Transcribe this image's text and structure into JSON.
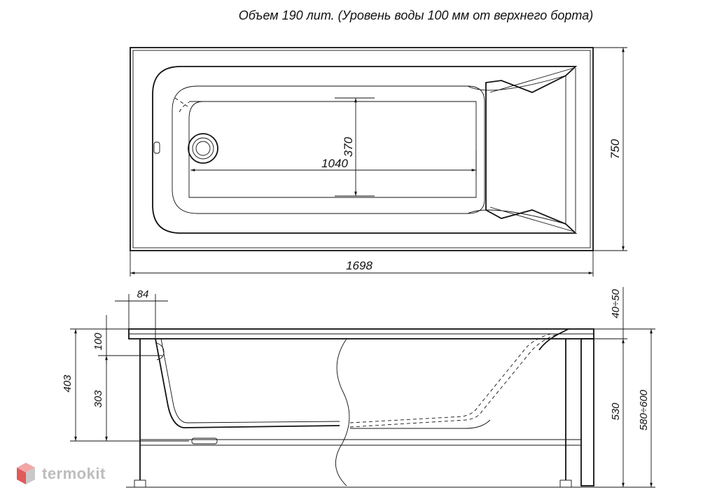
{
  "caption": "Объем 190 лит. (Уровень воды 100 мм от верхнего борта)",
  "top_view": {
    "dim_length": "1698",
    "dim_width": "750",
    "dim_inner_length": "1040",
    "dim_inner_width": "370"
  },
  "side_view": {
    "dim_rim": "84",
    "dim_water_level": "100",
    "dim_depth_total": "403",
    "dim_depth_water": "303",
    "dim_leg_adjust": "40÷50",
    "dim_height": "530",
    "dim_height_range": "580÷600"
  },
  "brand": {
    "name": "termokit",
    "color": "#bdbdbd",
    "accent": "#e05a5a"
  }
}
